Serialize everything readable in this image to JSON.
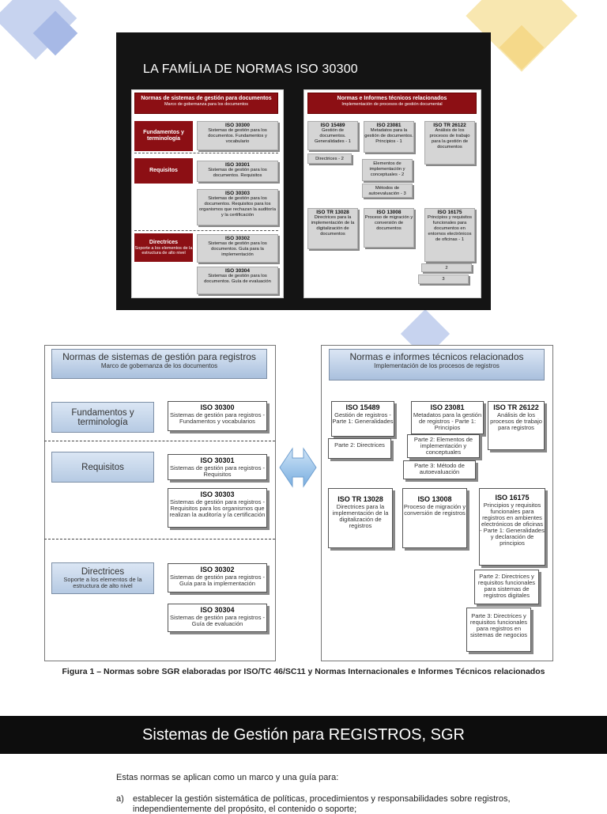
{
  "slide": {
    "title": "LA FAMÍLIA DE NORMAS ISO 30300",
    "left_header": {
      "title": "Normas de sistemas de gestión para documentos",
      "subtitle": "Marco de gobernanza para los documentos"
    },
    "right_header": {
      "title": "Normas e Informes técnicos relacionados",
      "subtitle": "Implementación de procesos de gestión documental"
    },
    "categories": [
      {
        "title": "Fundamentos y terminología",
        "subtitle": ""
      },
      {
        "title": "Requisitos",
        "subtitle": ""
      },
      {
        "title": "Directrices",
        "subtitle": "Soporte a los elementos de la estructura de alto nivel"
      }
    ],
    "left_boxes": [
      {
        "code": "ISO 30300",
        "text": "Sistemas de gestión para los documentos. Fundamentos y vocabulario"
      },
      {
        "code": "ISO 30301",
        "text": "Sistemas de gestión para los documentos. Requisitos"
      },
      {
        "code": "ISO 30303",
        "text": "Sistemas de gestión para los documentos. Requisitos para los organismos que rechazan la auditoría y la certificación"
      },
      {
        "code": "ISO 30302",
        "text": "Sistemas de gestión para los documentos. Guía para la implementación"
      },
      {
        "code": "ISO 30304",
        "text": "Sistemas de gestión para los documentos. Guía de evaluación"
      }
    ],
    "right_boxes": [
      {
        "code": "ISO 15489",
        "text": "Gestión de documentos. Generalidades - 1"
      },
      {
        "code": "",
        "text": "Directrices - 2"
      },
      {
        "code": "ISO 23081",
        "text": "Metadatos para la gestión de documentos. Principios - 1"
      },
      {
        "code": "",
        "text": "Elementos de implementación y conceptuales - 2"
      },
      {
        "code": "",
        "text": "Métodos de autoevaluación - 3"
      },
      {
        "code": "ISO TR 26122",
        "text": "Análisis de los procesos de trabajo para la gestión de documentos"
      },
      {
        "code": "ISO TR 13028",
        "text": "Directrices para la implementación de la digitalización de documentos"
      },
      {
        "code": "ISO 13008",
        "text": "Proceso de migración y conversión de documentos"
      },
      {
        "code": "ISO 16175",
        "text": "Principios y requisitos funcionales para documentos en entornos electrónicos de oficinas - 1"
      },
      {
        "code": "",
        "text": "2"
      },
      {
        "code": "",
        "text": "3"
      }
    ]
  },
  "figure": {
    "left_header": {
      "title": "Normas de sistemas de gestión para registros",
      "subtitle": "Marco de gobernanza de los documentos"
    },
    "right_header": {
      "title": "Normas e informes técnicos relacionados",
      "subtitle": "Implementación de los procesos de registros"
    },
    "categories": [
      {
        "title": "Fundamentos y terminología",
        "subtitle": ""
      },
      {
        "title": "Requisitos",
        "subtitle": ""
      },
      {
        "title": "Directrices",
        "subtitle": "Soporte a los elementos de la estructura de alto nivel"
      }
    ],
    "left_boxes": [
      {
        "code": "ISO 30300",
        "text": "Sistemas de gestión para registros - Fundamentos y vocabularios"
      },
      {
        "code": "ISO 30301",
        "text": "Sistemas de gestión para registros - Requisitos"
      },
      {
        "code": "ISO 30303",
        "text": "Sistemas de gestión para registros - Requisitos para los organismos que realizan la auditoría y la certificación"
      },
      {
        "code": "ISO 30302",
        "text": "Sistemas de gestión para registros - Guía para la implementación"
      },
      {
        "code": "ISO 30304",
        "text": "Sistemas de gestión para registros - Guía de evaluación"
      }
    ],
    "right_boxes": [
      {
        "code": "ISO 15489",
        "text": "Gestión de registros - Parte 1: Generalidades"
      },
      {
        "code": "",
        "text": "Parte 2: Directrices"
      },
      {
        "code": "ISO 23081",
        "text": "Metadatos para la gestión de registros - Parte 1: Principios"
      },
      {
        "code": "",
        "text": "Parte 2: Elementos de implementación y conceptuales"
      },
      {
        "code": "",
        "text": "Parte 3: Método de autoevaluación"
      },
      {
        "code": "ISO TR 26122",
        "text": "Análisis de los procesos de trabajo para registros"
      },
      {
        "code": "ISO TR 13028",
        "text": "Directrices para la implementación de la digitalización de registros"
      },
      {
        "code": "ISO 13008",
        "text": "Proceso de migración y conversión de registros"
      },
      {
        "code": "ISO 16175",
        "text": "Principios y requisitos funcionales para registros en ambientes electrónicos de oficinas - Parte 1: Generalidades y declaración de principios"
      },
      {
        "code": "",
        "text": "Parte 2: Directrices y requisitos funcionales para sistemas de registros digitales"
      },
      {
        "code": "",
        "text": "Parte 3: Directrices y requisitos funcionales para registros en sistemas de negocios"
      }
    ],
    "caption": "Figura 1 – Normas sobre SGR elaboradas por ISO/TC 46/SC11 y Normas Internacionales e Informes Técnicos relacionados"
  },
  "section": {
    "title": "Sistemas de Gestión para REGISTROS, SGR",
    "intro": "Estas normas se aplican como un marco y una guía para:",
    "item_a_marker": "a)",
    "item_a_line1": "establecer la gestión sistemática de políticas, procedimientos y responsabilidades sobre registros,",
    "item_a_line2": "independientemente del propósito, el contenido o soporte;"
  },
  "colors": {
    "slide_bg": "#141414",
    "slide_red": "#8c0f14",
    "deco_blue": "#b9c8ea",
    "deco_yellow": "#f7e3a3",
    "band_bg": "#0d0d0d"
  }
}
